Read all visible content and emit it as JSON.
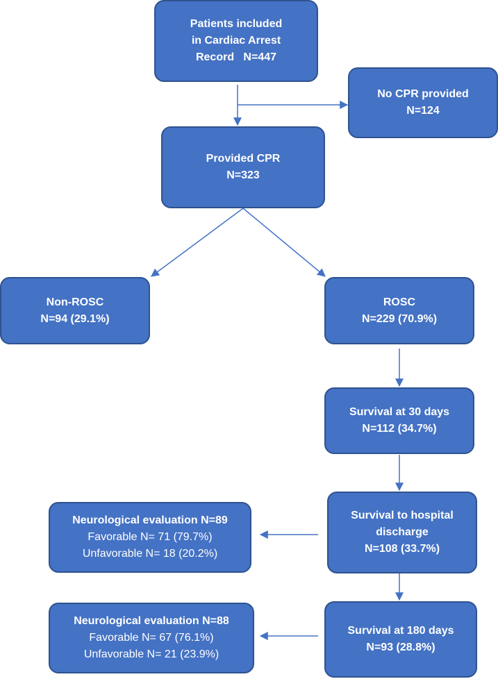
{
  "nodes": {
    "included": {
      "lines": [
        "Patients included",
        "in Cardiac Arrest",
        "Record   N=447"
      ]
    },
    "no_cpr": {
      "lines": [
        "No CPR provided",
        "N=124"
      ]
    },
    "provided_cpr": {
      "lines": [
        "Provided CPR",
        "N=323"
      ]
    },
    "non_rosc": {
      "lines": [
        "Non-ROSC",
        "N=94 (29.1%)"
      ]
    },
    "rosc": {
      "lines": [
        "ROSC",
        "N=229 (70.9%)"
      ]
    },
    "survival_30": {
      "lines": [
        "Survival at 30 days",
        "N=112 (34.7%)"
      ]
    },
    "survival_discharge": {
      "lines": [
        "Survival to hospital",
        "discharge",
        "N=108 (33.7%)"
      ]
    },
    "neuro_discharge": {
      "title": "Neurological evaluation N=89",
      "favorable": "Favorable N= 71 (79.7%)",
      "unfavorable": "Unfavorable N= 18 (20.2%)"
    },
    "survival_180": {
      "lines": [
        "Survival at 180 days",
        "N=93 (28.8%)"
      ]
    },
    "neuro_180": {
      "title": "Neurological evaluation N=88",
      "favorable": "Favorable N= 67 (76.1%)",
      "unfavorable": "Unfavorable N= 21 (23.9%)"
    }
  },
  "colors": {
    "box_fill": "#4472c4",
    "box_border": "#2f528f",
    "arrow": "#4472c4"
  }
}
